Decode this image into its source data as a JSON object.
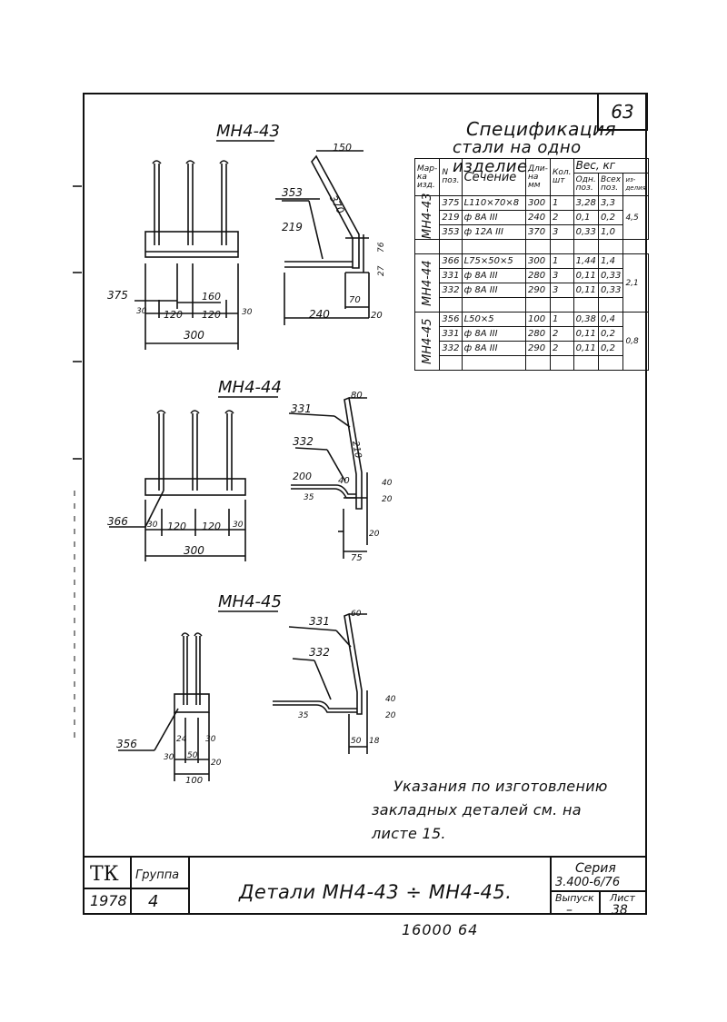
{
  "sheet_number": "63",
  "part_labels": {
    "mn43": "МН4-43",
    "mn44": "МН4-44",
    "mn45": "МН4-45"
  },
  "spec": {
    "title": "Спецификация",
    "subtitle": "стали на одно изделие",
    "headers": {
      "mark": "Мар-ка изд.",
      "pos": "N поз.",
      "section": "Сечение",
      "length": "Дли-на мм",
      "qty": "Кол. шт",
      "weight": "Вес, кг",
      "w_one": "Одн. поз.",
      "w_all": "Всех поз.",
      "w_prod": "из-делия"
    },
    "groups": [
      {
        "mark": "МН4-43",
        "product_weight": "4,5",
        "rows": [
          {
            "pos": "375",
            "section": "L110×70×8",
            "length": "300",
            "qty": "1",
            "w_one": "3,28",
            "w_all": "3,3"
          },
          {
            "pos": "219",
            "section": "ф 8А III",
            "length": "240",
            "qty": "2",
            "w_one": "0,1",
            "w_all": "0,2"
          },
          {
            "pos": "353",
            "section": "ф 12А III",
            "length": "370",
            "qty": "3",
            "w_one": "0,33",
            "w_all": "1,0"
          }
        ]
      },
      {
        "mark": "МН4-44",
        "product_weight": "2,1",
        "rows": [
          {
            "pos": "366",
            "section": "L75×50×5",
            "length": "300",
            "qty": "1",
            "w_one": "1,44",
            "w_all": "1,4"
          },
          {
            "pos": "331",
            "section": "ф 8А III",
            "length": "280",
            "qty": "3",
            "w_one": "0,11",
            "w_all": "0,33"
          },
          {
            "pos": "332",
            "section": "ф 8А III",
            "length": "290",
            "qty": "3",
            "w_one": "0,11",
            "w_all": "0,33"
          }
        ]
      },
      {
        "mark": "МН4-45",
        "product_weight": "0,8",
        "rows": [
          {
            "pos": "356",
            "section": "L50×5",
            "length": "100",
            "qty": "1",
            "w_one": "0,38",
            "w_all": "0,4"
          },
          {
            "pos": "331",
            "section": "ф 8А III",
            "length": "280",
            "qty": "2",
            "w_one": "0,11",
            "w_all": "0,2"
          },
          {
            "pos": "332",
            "section": "ф 8А III",
            "length": "290",
            "qty": "2",
            "w_one": "0,11",
            "w_all": "0,2"
          }
        ]
      }
    ]
  },
  "dims": {
    "d150": "150",
    "d370": "370",
    "d353": "353",
    "d219": "219",
    "d76": "76",
    "d27": "27",
    "d70": "70",
    "d240": "240",
    "d20": "20",
    "d375": "375",
    "d160": "160",
    "d30": "30",
    "d120": "120",
    "d300": "300",
    "d331": "331",
    "d332": "332",
    "d80": "80",
    "d210": "210",
    "d200": "200",
    "d40": "40",
    "d35": "35",
    "d366": "366",
    "d75": "75",
    "d60": "60",
    "d356": "356",
    "d24": "24",
    "d50": "50",
    "d100": "100",
    "d18": "18"
  },
  "note": {
    "line1": "Указания по изготовлению",
    "line2": "закладных деталей см. на",
    "line3": "листе 15."
  },
  "title_block": {
    "org": "ТК",
    "group_label": "Группа",
    "year": "1978",
    "group_value": "4",
    "title": "Детали МН4-43 ÷ МН4-45.",
    "series_label": "Серия",
    "series_value": "3.400-6/76",
    "issue_label": "Выпуск",
    "issue_value": "–",
    "sheet_label": "Лист",
    "sheet_value": "38"
  },
  "footer": "16000  64"
}
